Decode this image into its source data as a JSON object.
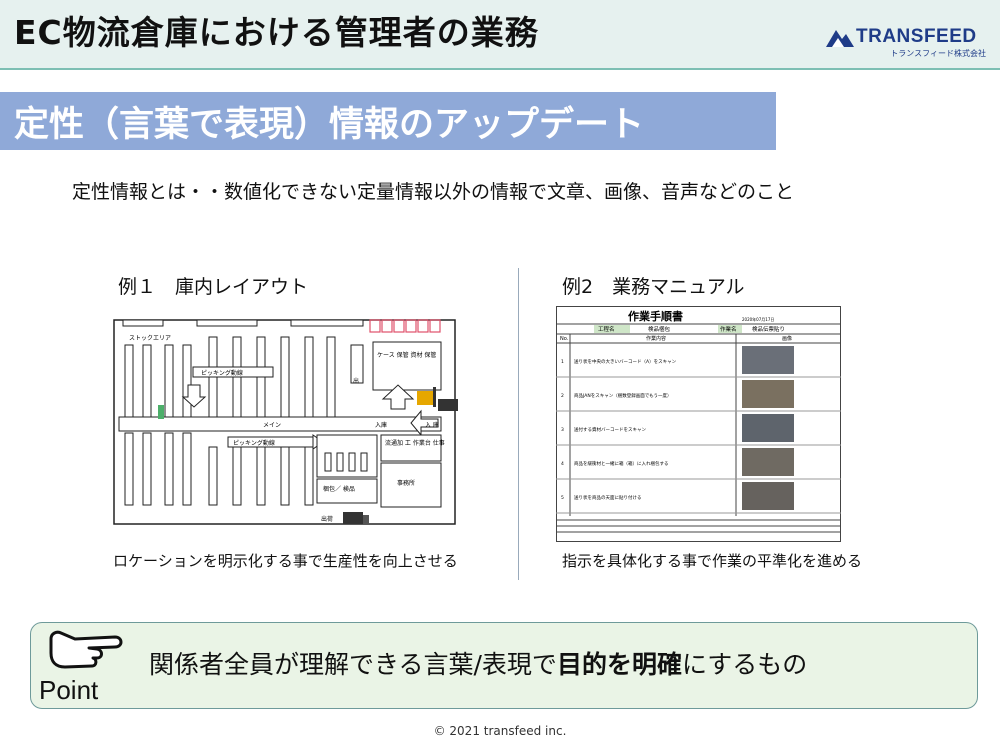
{
  "header": {
    "title": "EC物流倉庫における管理者の業務"
  },
  "logo": {
    "brand": "TRANSFEED",
    "sub": "トランスフィード株式会社"
  },
  "section": {
    "title": "定性（言葉で表現）情報のアップデート"
  },
  "definition": "定性情報とは・・数値化できない定量情報以外の情報で文章、画像、音声などのこと",
  "example1": {
    "label": "例１　庫内レイアウト",
    "caption": "ロケーションを明示化する事で生産性を向上させる",
    "map_labels": {
      "stock_area": "ストックエリア",
      "picking_route_1": "ピッキング動線",
      "picking_route_2": "ピッキング動線",
      "main": "メイン",
      "entry": "入庫",
      "case_storage": "ケース 保管 資材 保管",
      "distribution": "流通加 工 作業台 仕事",
      "office": "事務所",
      "inspection": "梱包／ 検品",
      "shipping": "出荷",
      "out": "出",
      "in": "入 庫"
    }
  },
  "example2": {
    "label": "例2　業務マニュアル",
    "caption": "指示を具体化する事で作業の平準化を進める",
    "doc_title": "作業手順書",
    "process_label": "工程名",
    "process_value": "検品梱包",
    "task_label": "作業名",
    "task_value": "検品伝票貼り",
    "col_no": "No.",
    "col_content": "作業内容",
    "col_image": "画像",
    "date": "2020年07月17日",
    "steps": [
      "送り状を中央の大きいバーコード（A）をスキャン",
      "商品JANをスキャン（梱数登録画面でもう一度）",
      "送付する資材バーコードをスキャン",
      "商品を緩衝材と一緒に箱（箱）に入れ梱包する",
      "送り状を商品の天面に貼り付ける"
    ]
  },
  "point": {
    "label": "Point",
    "text_before": "関係者全員が理解できる言葉/表現で",
    "text_bold": "目的を明確",
    "text_after": "にするもの"
  },
  "footer": "© 2021 transfeed inc.",
  "colors": {
    "accent_bar": "#8fa9d8",
    "header_bg": "#e6f1ef",
    "point_bg": "#eaf4e6",
    "brand": "#1f3c88"
  }
}
